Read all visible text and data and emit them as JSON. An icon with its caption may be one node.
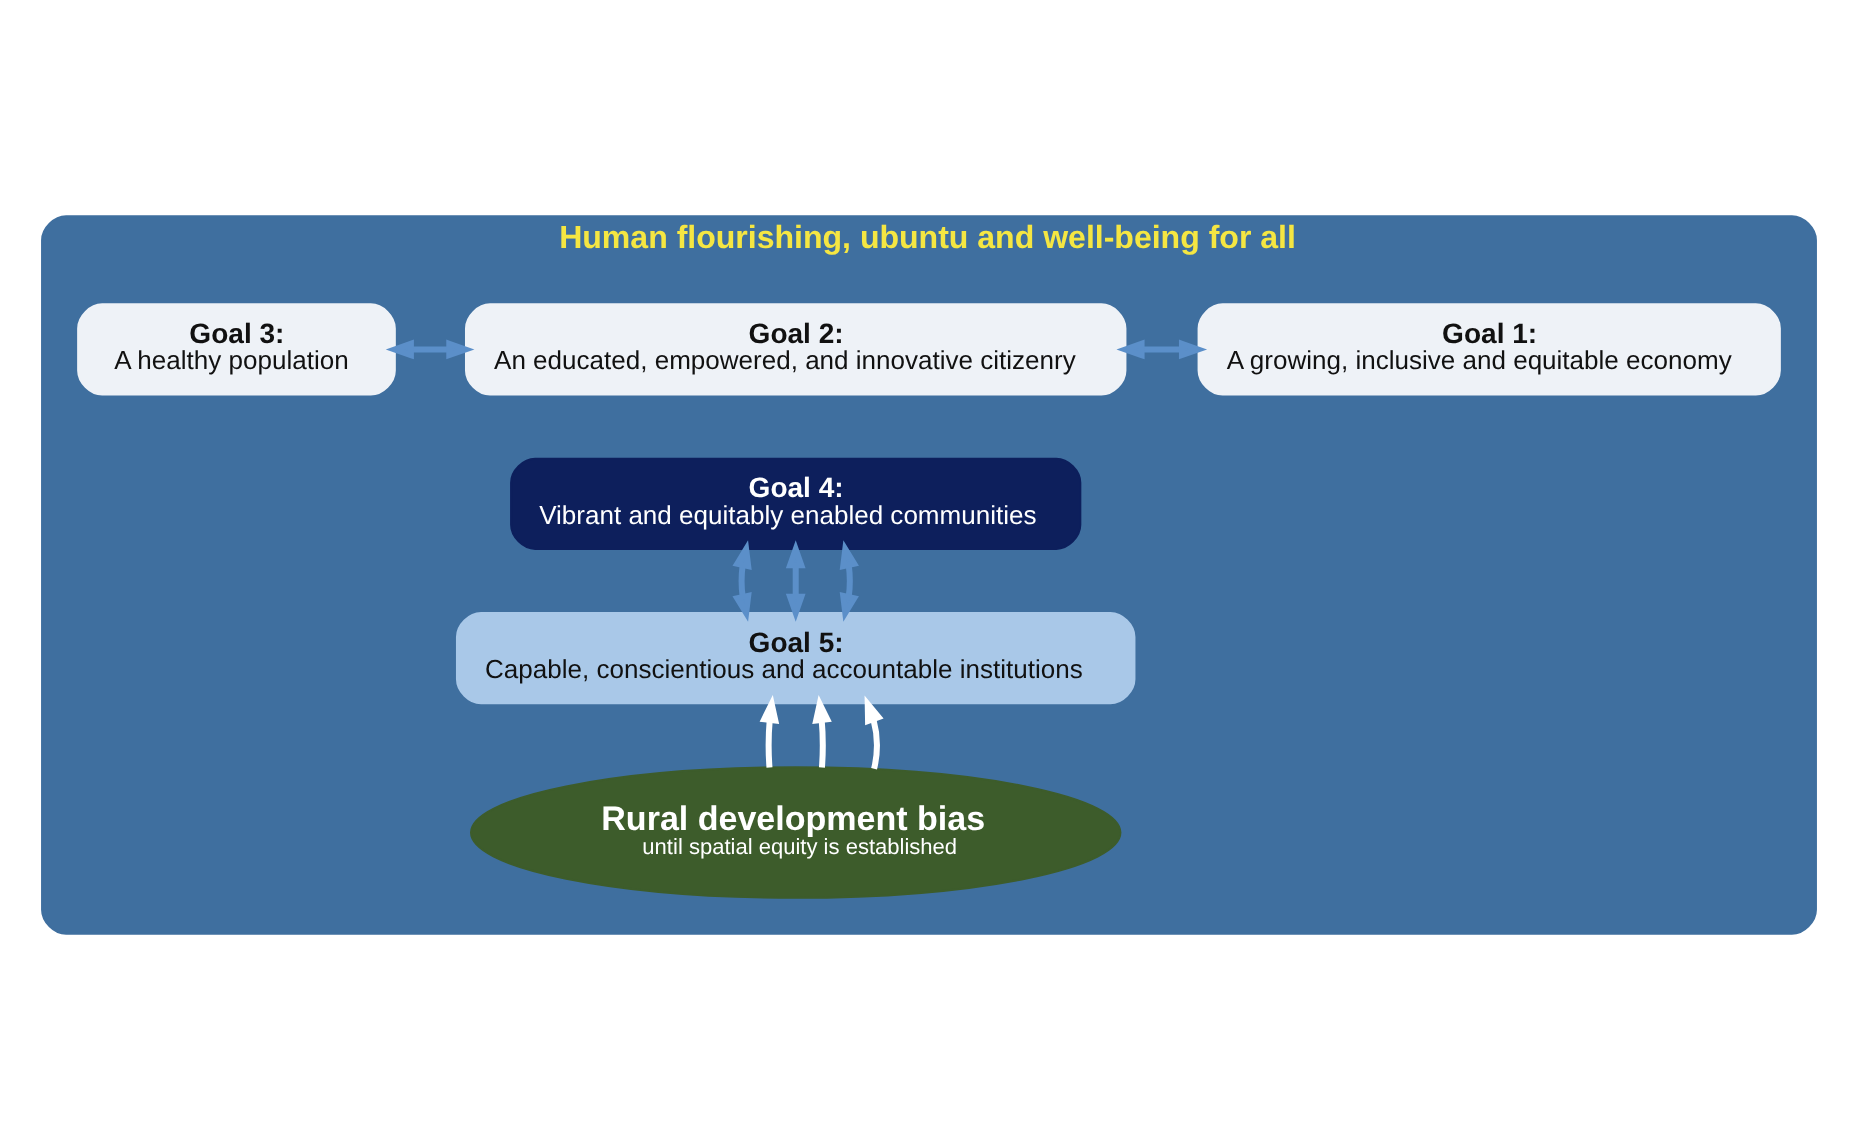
{
  "diagram": {
    "nodes": [
      {
        "text": [
          "Human flourishing, ubuntu and well-being for all"
        ]
      },
      {
        "text": [
          "Goal 1:",
          "A growing, inclusive and equitable economy"
        ],
        "in": 0
      },
      {
        "text": [
          "Goal 2:",
          "An educated, empowered, and innovative citizenry"
        ],
        "in": 0
      },
      {
        "text": [
          "Goal 3:",
          "A healthy population"
        ],
        "in": 0
      },
      {
        "text": [
          "Goal 4:",
          "Vibrant and equitably enabled communities"
        ],
        "in": 0
      },
      {
        "text": [
          "Goal 5:",
          "Capable, conscientious and accountable institutions"
        ],
        "in": 0
      },
      {
        "text": [
          "Rural development bias",
          "until spatial equity is established"
        ],
        "in": 0
      }
    ],
    "edges": [
      {
        "from": 1,
        "to": 2,
        "arrow": "both"
      },
      {
        "from": 2,
        "to": 3,
        "arrow": "both"
      },
      {
        "from": 4,
        "to": 5,
        "arrow": "both"
      },
      {
        "from": 4,
        "to": 5,
        "arrow": "both"
      },
      {
        "from": 4,
        "to": 5,
        "arrow": "both"
      },
      {
        "from": 6,
        "to": 5,
        "arrow": "to",
        "color": "#ffffff"
      },
      {
        "from": 6,
        "to": 5,
        "arrow": "to",
        "color": "#ffffff"
      },
      {
        "from": 6,
        "to": 5,
        "arrow": "to",
        "color": "#ffffff"
      }
    ]
  }
}
